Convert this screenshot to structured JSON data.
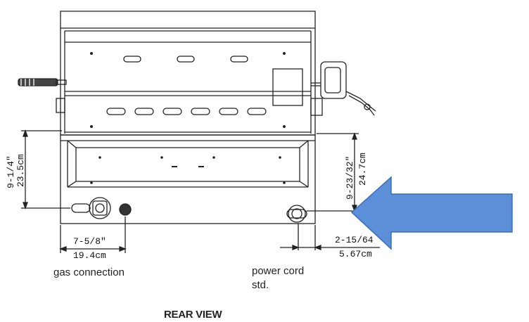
{
  "title": "REAR VIEW",
  "labels": {
    "gas_connection": "gas connection",
    "power_cord_line1": "power cord",
    "power_cord_line2": "std."
  },
  "dimensions": {
    "left_height_in": "9-1/4\"",
    "left_height_cm": "23.5cm",
    "right_height_in": "9-23/32\"",
    "right_height_cm": "24.7cm",
    "gas_offset_in": "7-5/8\"",
    "gas_offset_cm": "19.4cm",
    "power_offset_in": "2-15/64",
    "power_offset_cm": "5.67cm"
  },
  "colors": {
    "arrow_fill": "#5b8fd8",
    "arrow_stroke": "#3a6fb8",
    "line": "#222222"
  }
}
